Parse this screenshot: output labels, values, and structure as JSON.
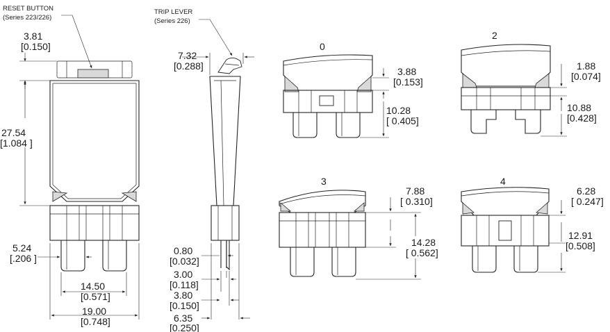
{
  "callouts": {
    "reset_button": {
      "line1": "RESET BUTTON",
      "line2": "(Series 223/226)"
    },
    "trip_lever": {
      "line1": "TRIP LEVER",
      "line2": "(Series 226)"
    }
  },
  "front_view": {
    "dim_top": {
      "mm": "3.81",
      "in": "[0.150]"
    },
    "dim_body": {
      "mm": "27.54",
      "in": "[1.084 ]"
    },
    "dim_blade_width": {
      "mm": "5.24",
      "in": "[.206 ]"
    },
    "dim_blade_span": {
      "mm": "14.50",
      "in": "[0.571]"
    },
    "dim_total_width": {
      "mm": "19.00",
      "in": "[0.748]"
    }
  },
  "side_view": {
    "dim_lever": {
      "mm": "7.32",
      "in": "[0.288]"
    },
    "dim_a": {
      "mm": "0.80",
      "in": "[0.032]"
    },
    "dim_b": {
      "mm": "3.00",
      "in": "[0.118]"
    },
    "dim_c": {
      "mm": "3.80",
      "in": "[0.150]"
    },
    "dim_d": {
      "mm": "6.35",
      "in": "[0.250]"
    }
  },
  "variants": [
    {
      "label": "0",
      "dim_short": {
        "mm": "3.88",
        "in": "[0.153]"
      },
      "dim_long": {
        "mm": "10.28",
        "in": "[ 0.405]"
      }
    },
    {
      "label": "2",
      "dim_short": {
        "mm": "1.88",
        "in": "[0.074]"
      },
      "dim_long": {
        "mm": "10.88",
        "in": "[0.428]"
      }
    },
    {
      "label": "3",
      "dim_short": {
        "mm": "7.88",
        "in": "[ 0.310]"
      },
      "dim_long": {
        "mm": "14.28",
        "in": "[ 0.562]"
      }
    },
    {
      "label": "4",
      "dim_short": {
        "mm": "6.28",
        "in": "[ 0.247]"
      },
      "dim_long": {
        "mm": "12.91",
        "in": "[0.508]"
      }
    }
  ]
}
